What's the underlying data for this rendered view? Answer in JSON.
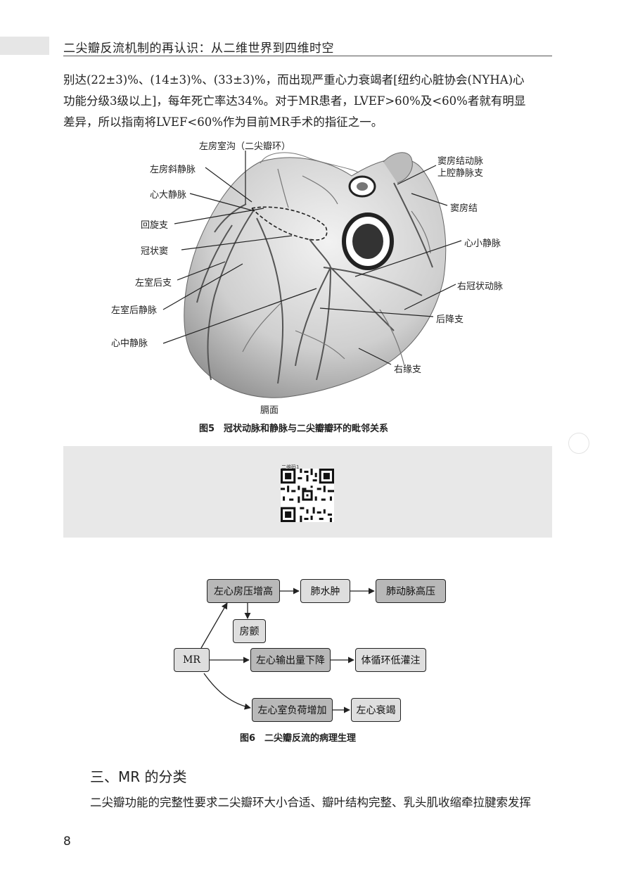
{
  "header": {
    "title": "二尖瓣反流机制的再认识：从二维世界到四维时空"
  },
  "body_text": {
    "line1": "别达(22±3)%、(14±3)%、(33±3)%，而出现严重心力衰竭者[纽约心脏协会(NYHA)心",
    "line2": "功能分级3级以上]，每年死亡率达34%。对于MR患者，LVEF>60%及<60%者就有明显",
    "line3": "差异，所以指南将LVEF<60%作为目前MR手术的指征之一。"
  },
  "figure5": {
    "labels": {
      "top": "左房室沟（二尖瓣环）",
      "l1": "左房斜静脉",
      "l2": "心大静脉",
      "l3": "回旋支",
      "l4": "冠状窦",
      "l5": "左室后支",
      "l6": "左室后静脉",
      "l7": "心中静脉",
      "r1a": "窦房结动脉",
      "r1b": "上腔静脉支",
      "r2": "窦房结",
      "r3": "心小静脉",
      "r4": "右冠状动脉",
      "r5": "后降支",
      "r6": "右缘支",
      "bottom": "膈面"
    },
    "caption": "图5　冠状动脉和静脉与二尖瓣瓣环的毗邻关系"
  },
  "qr": {
    "label": "二维码1"
  },
  "figure6": {
    "boxes": {
      "mr": "MR",
      "la_pressure": "左心房压增高",
      "pulm_edema": "肺水肿",
      "pulm_htn": "肺动脉高压",
      "af": "房颤",
      "lv_output": "左心输出量下降",
      "hypoperfusion": "体循环低灌注",
      "lv_load": "左心室负荷增加",
      "lhf": "左心衰竭"
    },
    "caption": "图6　二尖瓣反流的病理生理"
  },
  "section": {
    "title": "三、MR 的分类",
    "text": "二尖瓣功能的完整性要求二尖瓣环大小合适、瓣叶结构完整、乳头肌收缩牵拉腱索发挥"
  },
  "page_number": "8"
}
